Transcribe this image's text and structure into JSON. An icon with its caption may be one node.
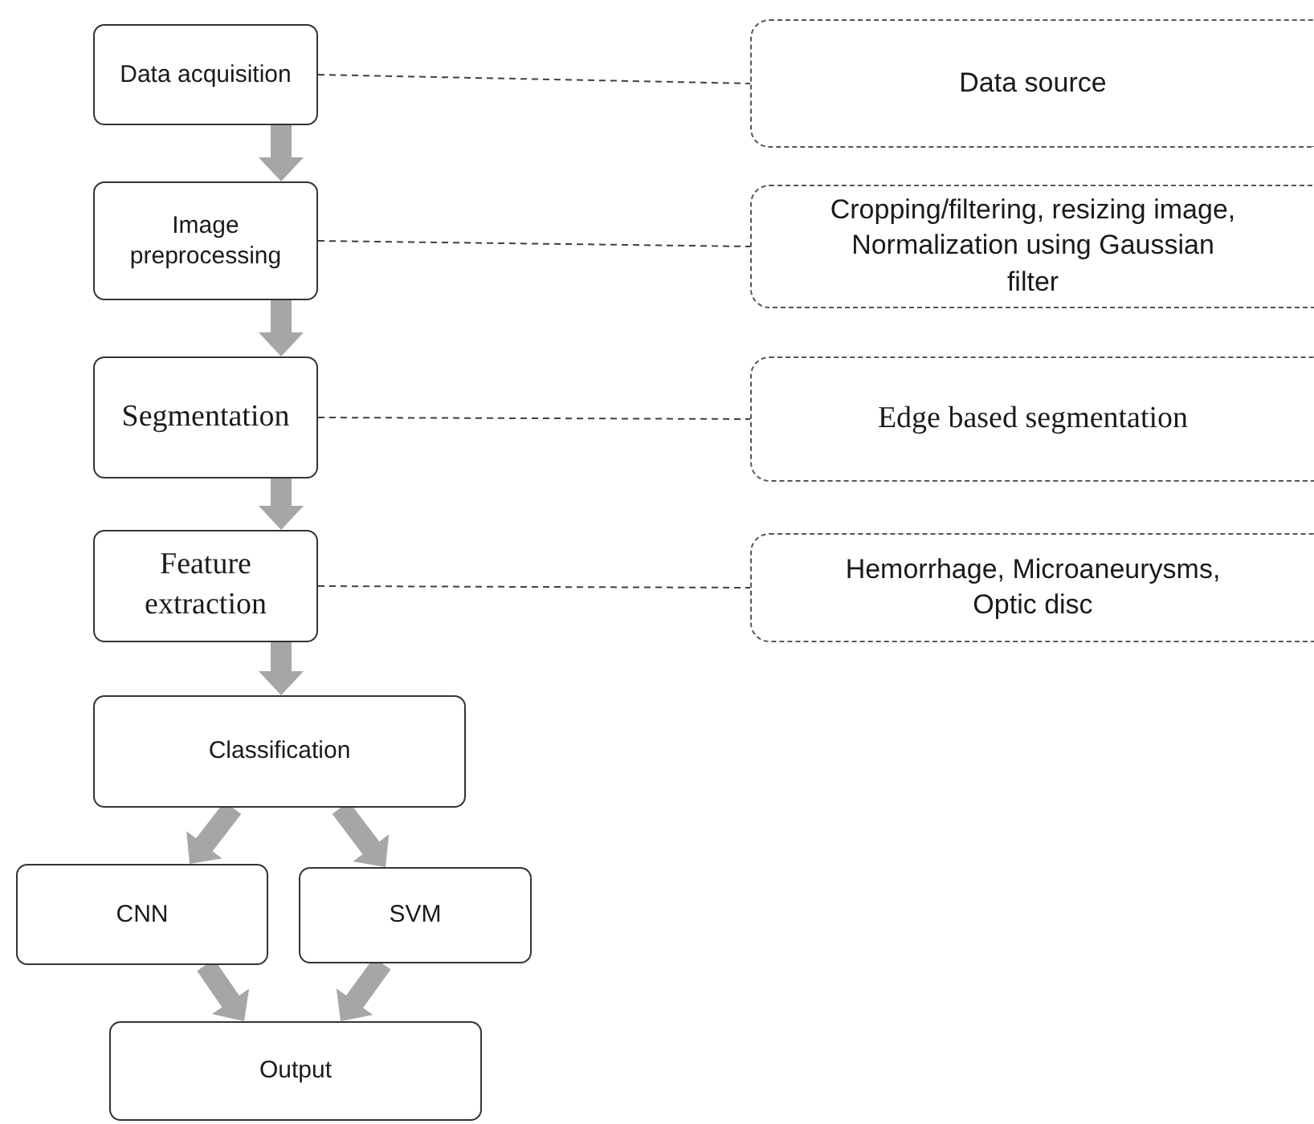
{
  "diagram": {
    "nodes": [
      {
        "text": [
          "Data acquisition"
        ]
      },
      {
        "text": [
          "Data source"
        ]
      },
      {
        "text": [
          "Image preprocessing"
        ]
      },
      {
        "text": [
          "Cropping/filtering, resizing image, Normalization using Gaussian filter"
        ]
      },
      {
        "text": [
          "Segmentation"
        ]
      },
      {
        "text": [
          "Edge based segmentation"
        ]
      },
      {
        "text": [
          "Feature extraction"
        ]
      },
      {
        "text": [
          "Hemorrhage, Microaneurysms, Optic disc"
        ]
      },
      {
        "text": [
          "Classification"
        ]
      },
      {
        "text": [
          "CNN"
        ]
      },
      {
        "text": [
          "SVM"
        ]
      },
      {
        "text": [
          "Output"
        ]
      }
    ],
    "edges": [
      {
        "from": 0,
        "to": 1,
        "arrow": "none",
        "style": "dashed",
        "color": "#404040"
      },
      {
        "from": 2,
        "to": 3,
        "arrow": "none",
        "style": "dashed",
        "color": "#404040"
      },
      {
        "from": 4,
        "to": 5,
        "arrow": "none",
        "style": "dashed",
        "color": "#404040"
      },
      {
        "from": 6,
        "to": 7,
        "arrow": "none",
        "style": "dashed",
        "color": "#404040"
      },
      {
        "from": 0,
        "to": 2,
        "arrow": "to",
        "style": "thick"
      },
      {
        "from": 2,
        "to": 4,
        "arrow": "to",
        "style": "thick"
      },
      {
        "from": 4,
        "to": 6,
        "arrow": "to",
        "style": "thick"
      },
      {
        "from": 6,
        "to": 8,
        "arrow": "to",
        "style": "thick"
      },
      {
        "from": 8,
        "to": 9,
        "arrow": "to",
        "style": "thick"
      },
      {
        "from": 8,
        "to": 10,
        "arrow": "to",
        "style": "thick"
      },
      {
        "from": 9,
        "to": 11,
        "arrow": "to",
        "style": "thick"
      },
      {
        "from": 10,
        "to": 11,
        "arrow": "to",
        "style": "thick"
      }
    ]
  }
}
